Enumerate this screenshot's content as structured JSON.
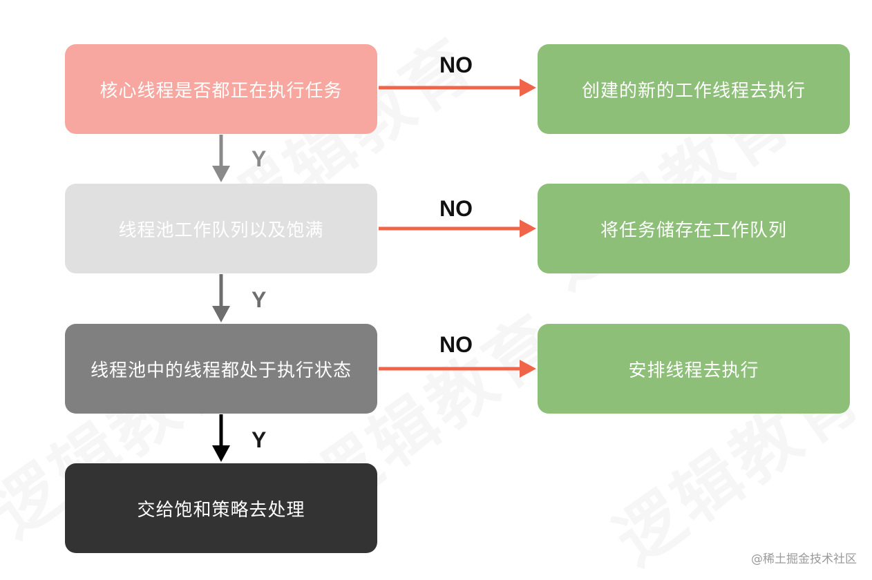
{
  "diagram": {
    "decision_boxes": [
      {
        "text": "核心线程是否都正在执行任务",
        "fill": "#f7a79f"
      },
      {
        "text": "线程池工作队列以及饱满",
        "fill": "#e0e0e0"
      },
      {
        "text": "线程池中的线程都处于执行状态",
        "fill": "#808080"
      },
      {
        "text": "交给饱和策略去处理",
        "fill": "#333333"
      }
    ],
    "action_boxes": [
      {
        "text": "创建的新的工作线程去执行",
        "fill": "#8dbf78"
      },
      {
        "text": "将任务储存在工作队列",
        "fill": "#8dbf78"
      },
      {
        "text": "安排线程去执行",
        "fill": "#8dbf78"
      }
    ],
    "no_label": "NO",
    "yes_label": "Y",
    "colors": {
      "no_arrow": "#f0654a",
      "yes_arrow_1": "#8a8a8a",
      "yes_arrow_2": "#6e6e6e",
      "yes_arrow_3": "#000000",
      "yes_label_1": "#8a8a8a",
      "yes_label_2": "#6e6e6e",
      "yes_label_3": "#1a1a1a"
    }
  },
  "watermark_text": "逻辑教育",
  "credit": "@稀土掘金技术社区"
}
